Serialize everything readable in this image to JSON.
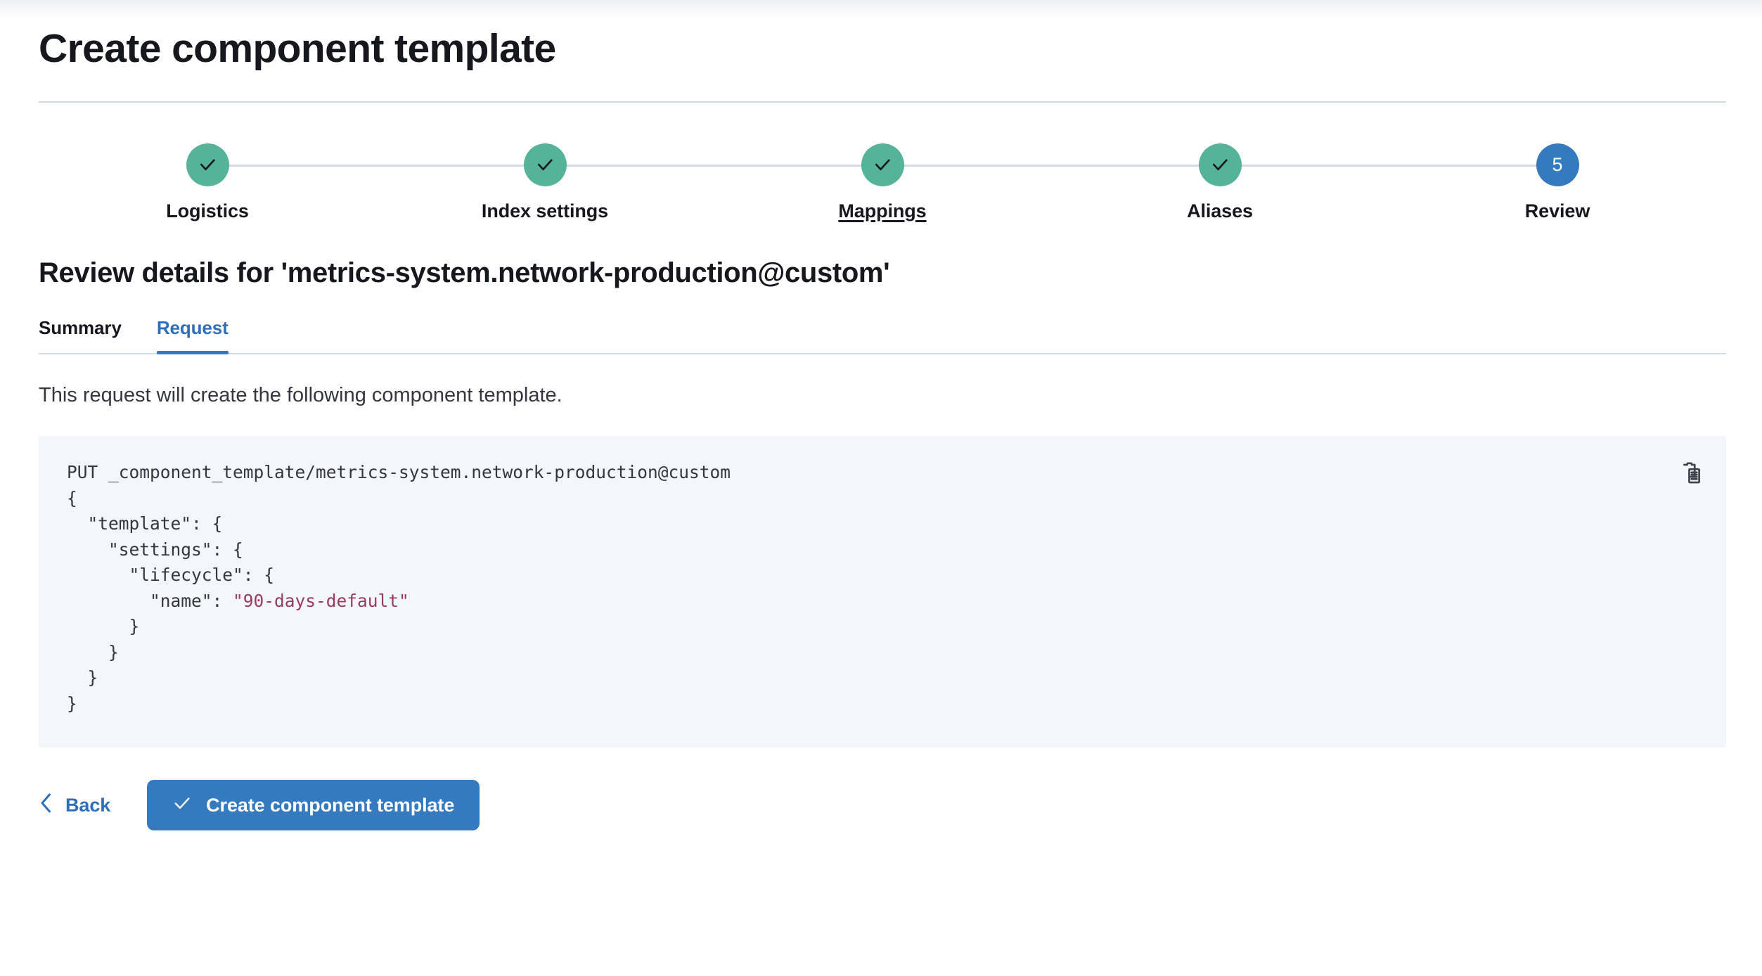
{
  "header": {
    "title": "Create component template"
  },
  "stepper": {
    "steps": [
      {
        "label": "Logistics",
        "state": "complete",
        "icon": "check-icon",
        "number": "1",
        "hovered": false
      },
      {
        "label": "Index settings",
        "state": "complete",
        "icon": "check-icon",
        "number": "2",
        "hovered": false
      },
      {
        "label": "Mappings",
        "state": "complete",
        "icon": "check-icon",
        "number": "3",
        "hovered": true
      },
      {
        "label": "Aliases",
        "state": "complete",
        "icon": "check-icon",
        "number": "4",
        "hovered": false
      },
      {
        "label": "Review",
        "state": "current",
        "icon": "",
        "number": "5",
        "hovered": false
      }
    ],
    "complete_color": "#54B399",
    "current_color": "#3579BF",
    "connector_color": "#D3DAE6"
  },
  "review": {
    "heading": "Review details for 'metrics-system.network-production@custom'",
    "tabs": [
      {
        "label": "Summary",
        "active": false
      },
      {
        "label": "Request",
        "active": true
      }
    ],
    "description": "This request will create the following component template.",
    "accent_color": "#3579BF"
  },
  "code_block": {
    "copy_icon": "clipboard-copy-icon",
    "background": "#F4F6FB",
    "string_color": "#9B3A5F",
    "lines": [
      {
        "text": "PUT _component_template/metrics-system.network-production@custom"
      },
      {
        "text": "{"
      },
      {
        "text": "  \"template\": {"
      },
      {
        "text": "    \"settings\": {"
      },
      {
        "text": "      \"lifecycle\": {"
      },
      {
        "prefix": "        \"name\": ",
        "string": "\"90-days-default\""
      },
      {
        "text": "      }"
      },
      {
        "text": "    }"
      },
      {
        "text": "  }"
      },
      {
        "text": "}"
      }
    ]
  },
  "actions": {
    "back_label": "Back",
    "back_icon": "chevron-left-icon",
    "create_label": "Create component template",
    "create_icon": "check-icon"
  }
}
